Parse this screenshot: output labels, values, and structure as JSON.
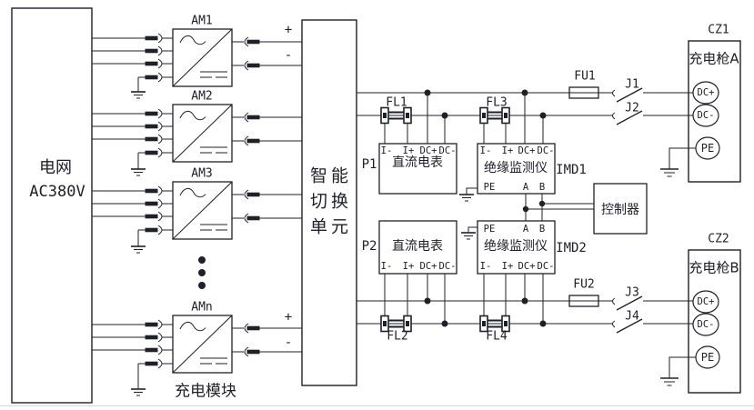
{
  "grid": {
    "line1": "电网",
    "line2": "AC380V"
  },
  "modules": {
    "items": [
      {
        "label": "AM1"
      },
      {
        "label": "AM2"
      },
      {
        "label": "AM3"
      },
      {
        "label": "AMn"
      }
    ],
    "caption": "充电模块"
  },
  "switch_unit": {
    "line1": "智能",
    "line2": "切换",
    "line3": "单元"
  },
  "polarity": {
    "plus": "+",
    "minus": "-"
  },
  "filters": {
    "fl1": "FL1",
    "fl2": "FL2",
    "fl3": "FL3",
    "fl4": "FL4"
  },
  "fuses": {
    "fu1": "FU1",
    "fu2": "FU2"
  },
  "relays": {
    "j1": "J1",
    "j2": "J2",
    "j3": "J3",
    "j4": "J4"
  },
  "meter": {
    "tag1": "P1",
    "tag2": "P2",
    "name": "直流电表",
    "t_iminus": "I-",
    "t_iplus": "I+",
    "t_dcplus": "DC+",
    "t_dcminus": "DC-"
  },
  "imd": {
    "name": "绝缘监测仪",
    "tag1": "IMD1",
    "tag2": "IMD2",
    "pe": "PE",
    "a": "A",
    "b": "B"
  },
  "controller": {
    "name": "控制器"
  },
  "guns": {
    "tag1": "CZ1",
    "tag2": "CZ2",
    "name_a": "充电枪A",
    "name_b": "充电枪B",
    "dc_plus": "DC+",
    "dc_minus": "DC-",
    "pe": "PE"
  },
  "colors": {
    "line": "#20202a",
    "background": "#ffffff"
  }
}
